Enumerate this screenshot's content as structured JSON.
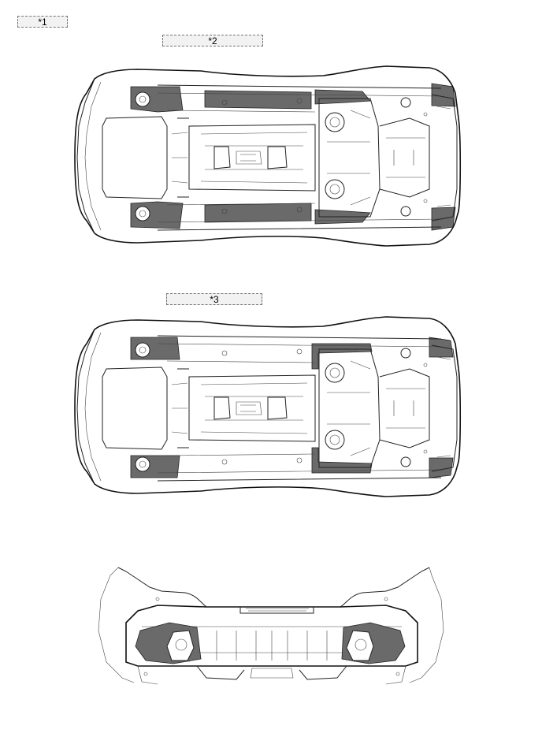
{
  "labels": {
    "ref1": "*1",
    "ref2": "*2",
    "ref3": "*3"
  },
  "colors": {
    "line": "#222222",
    "highlight": "#6a6a6a",
    "label_bg": "#f2f2f2"
  }
}
